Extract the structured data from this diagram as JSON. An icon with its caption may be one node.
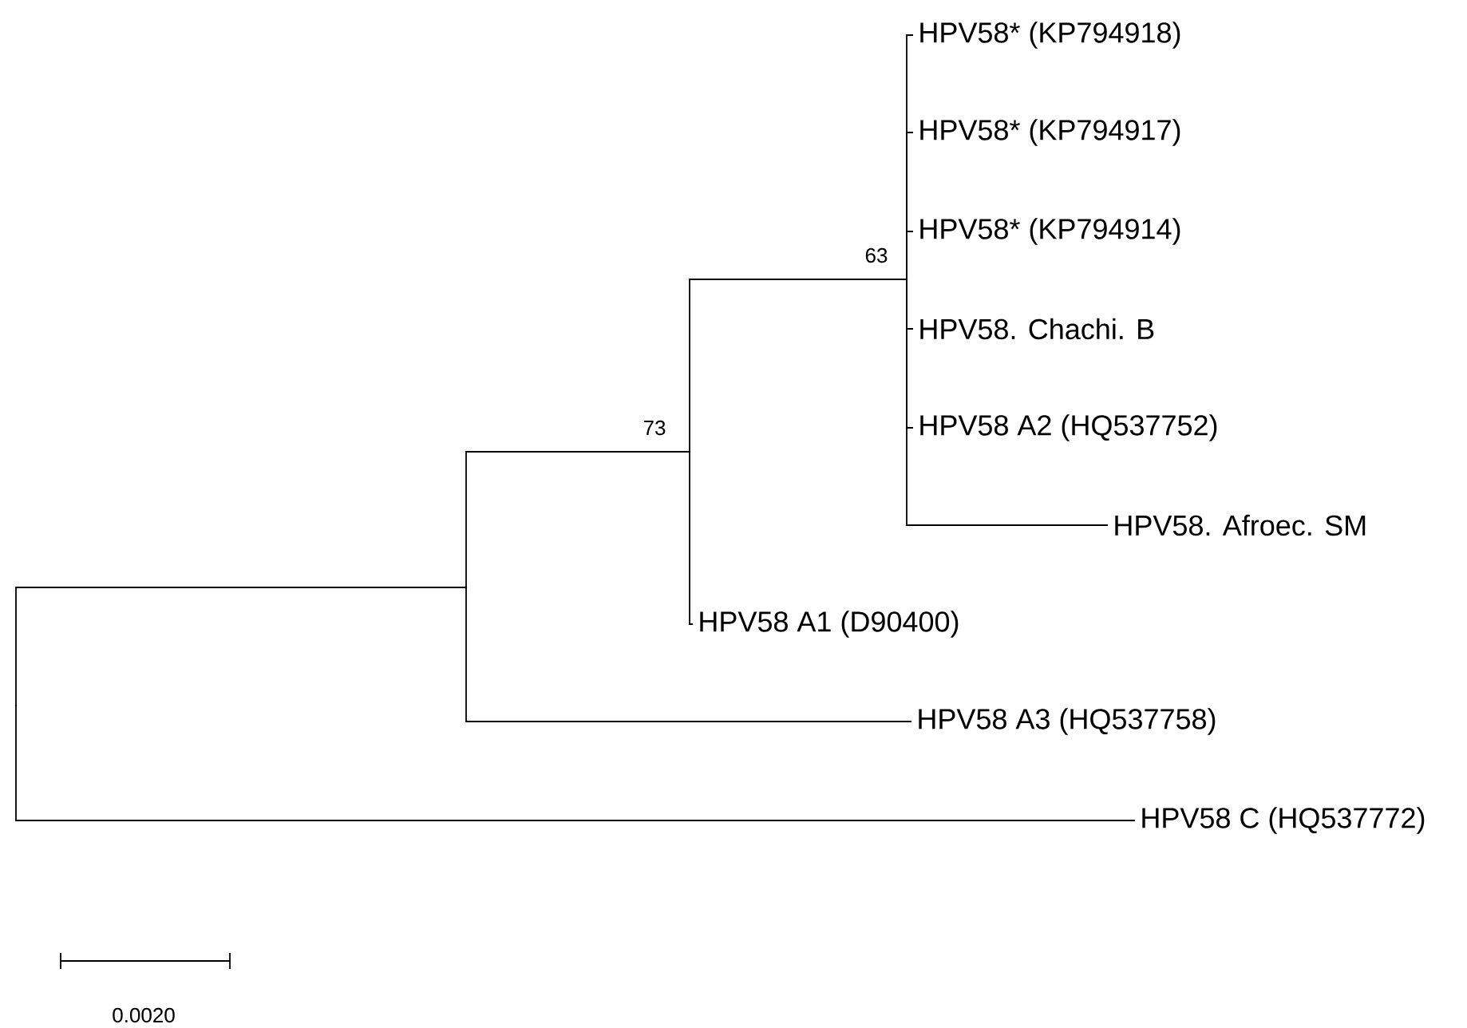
{
  "diagram": {
    "nodes": [
      {
        "text": [],
        "shape": "point"
      },
      {
        "text": [],
        "shape": "point"
      },
      {
        "text": [],
        "shape": "point",
        "beside": [
          "73"
        ]
      },
      {
        "text": [],
        "shape": "point",
        "beside": [
          "63"
        ]
      },
      {
        "text": [
          "HPV58* (KP794918)"
        ]
      },
      {
        "text": [
          "HPV58* (KP794917)"
        ]
      },
      {
        "text": [
          "HPV58* (KP794914)"
        ]
      },
      {
        "text": [
          "HPV58. Chachi. B"
        ]
      },
      {
        "text": [
          "HPV58 A2 (HQ537752)"
        ]
      },
      {
        "text": [
          "HPV58. Afroec. SM"
        ]
      },
      {
        "text": [
          "HPV58 A1 (D90400)"
        ]
      },
      {
        "text": [
          "HPV58 A3 (HQ537758)"
        ]
      },
      {
        "text": [
          "HPV58 C (HQ537772)"
        ]
      }
    ],
    "edges": [
      {
        "from": 0,
        "to": 1,
        "arrow": "none"
      },
      {
        "from": 0,
        "to": 12,
        "arrow": "none"
      },
      {
        "from": 1,
        "to": 2,
        "arrow": "none"
      },
      {
        "from": 1,
        "to": 11,
        "arrow": "none"
      },
      {
        "from": 2,
        "to": 3,
        "arrow": "none"
      },
      {
        "from": 2,
        "to": 10,
        "arrow": "none"
      },
      {
        "from": 3,
        "to": 4,
        "arrow": "none"
      },
      {
        "from": 3,
        "to": 5,
        "arrow": "none"
      },
      {
        "from": 3,
        "to": 6,
        "arrow": "none"
      },
      {
        "from": 3,
        "to": 7,
        "arrow": "none"
      },
      {
        "from": 3,
        "to": 8,
        "arrow": "none"
      },
      {
        "from": 3,
        "to": 9,
        "arrow": "none"
      }
    ],
    "labels": [
      "0.0020"
    ]
  }
}
